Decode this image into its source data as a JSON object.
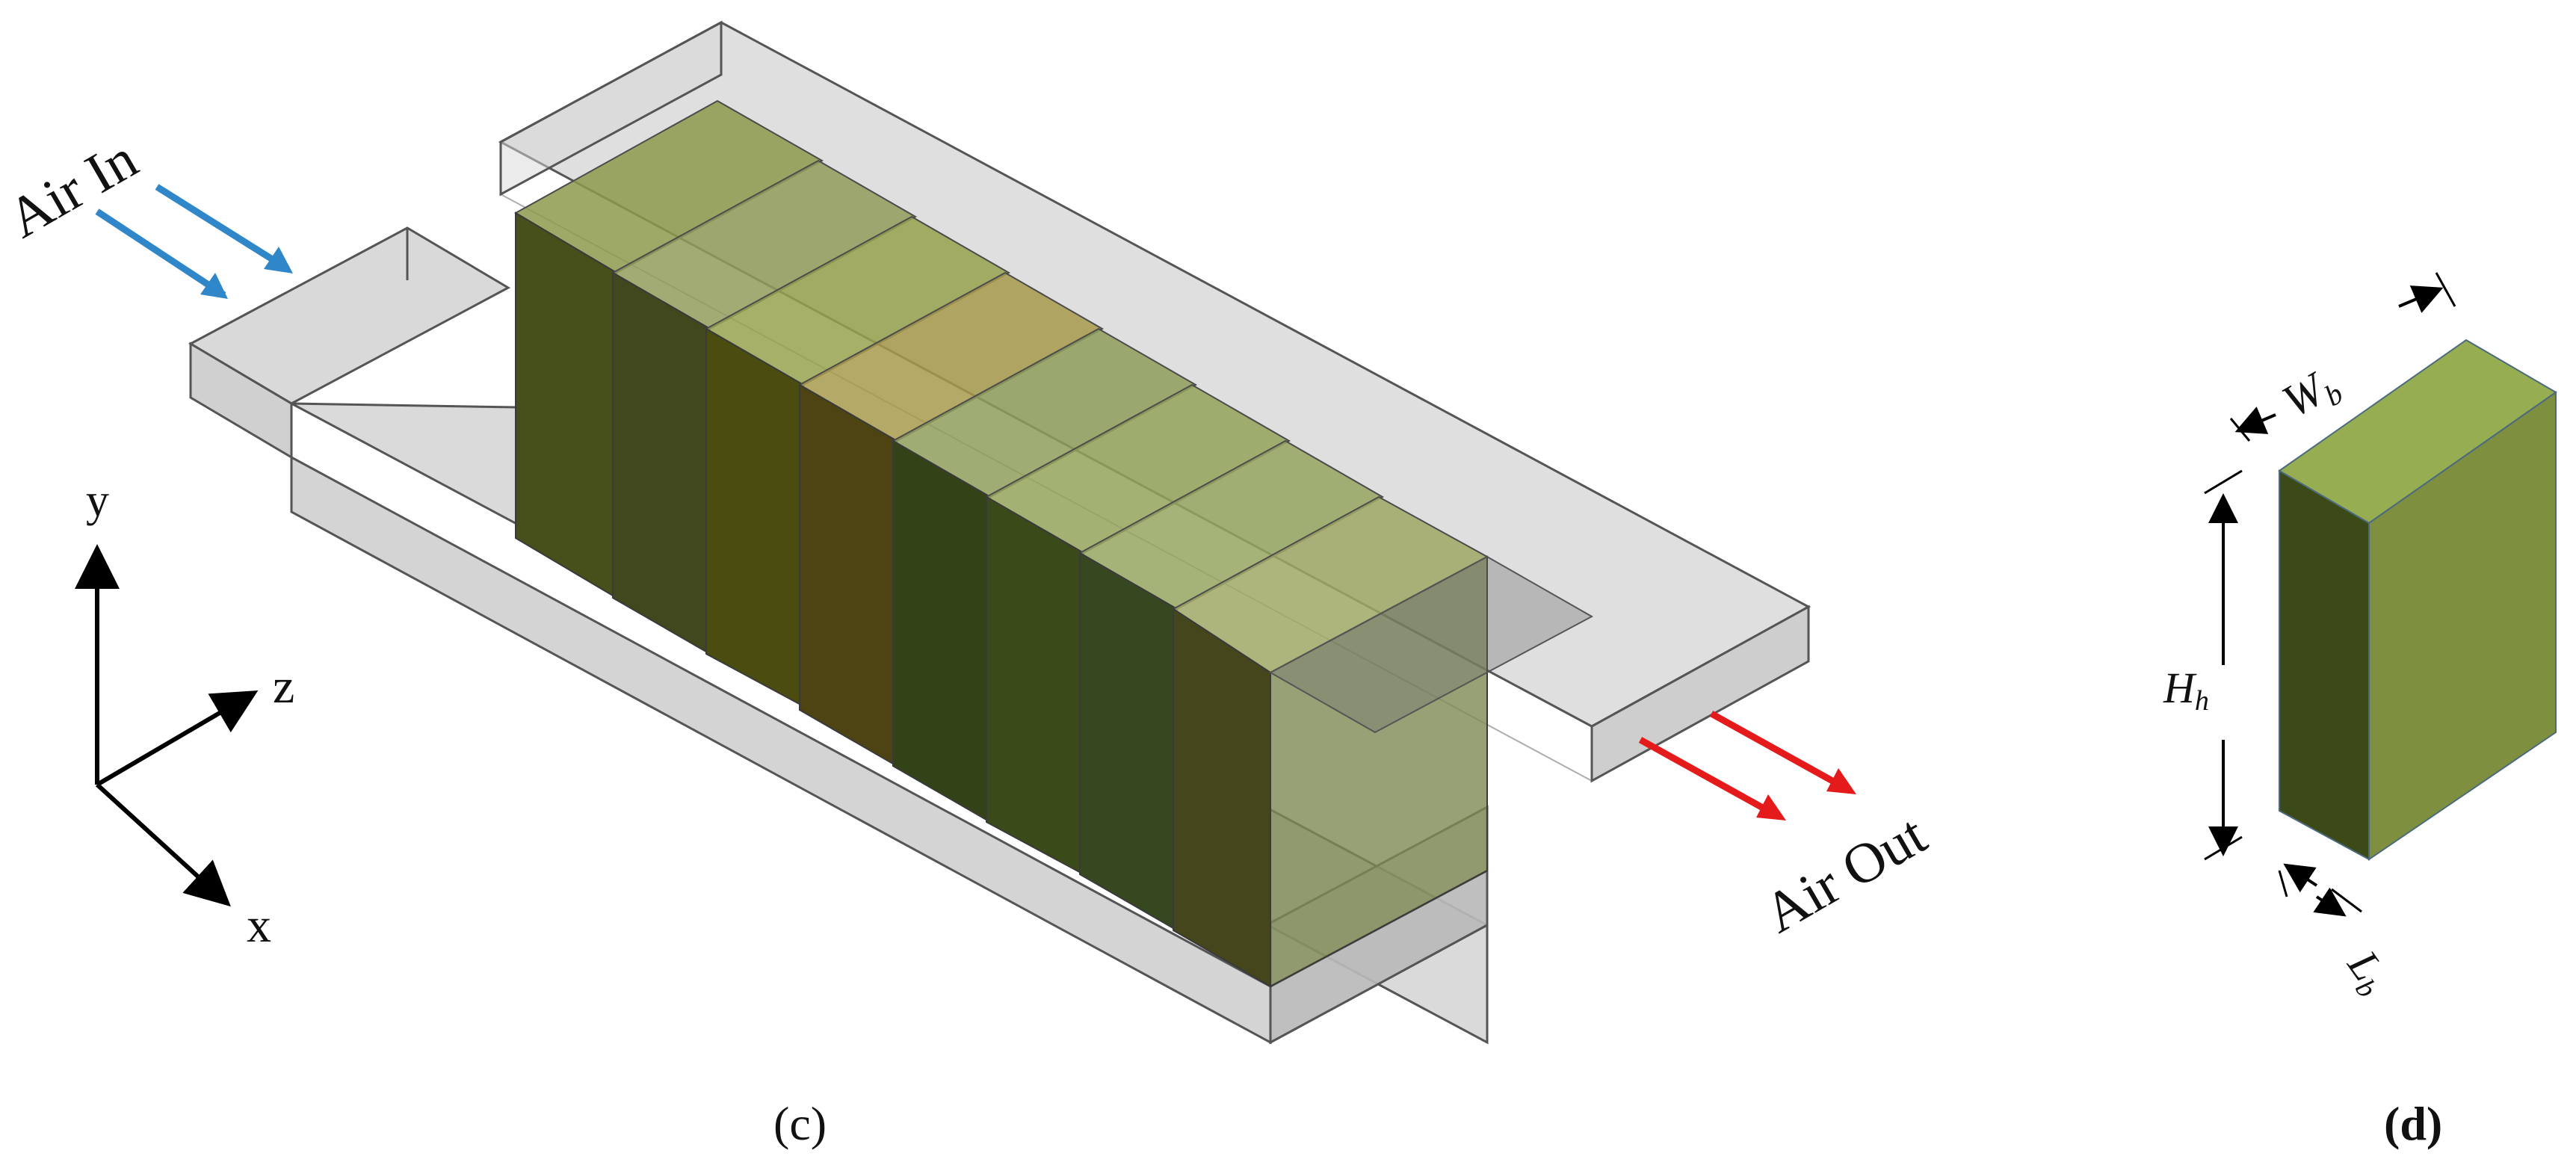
{
  "labels": {
    "air_in": "Air In",
    "air_out": "Air Out",
    "axis_y": "y",
    "axis_z": "z",
    "axis_x": "x",
    "panel_c": "(c)",
    "panel_d": "(d)",
    "dim_w": "W",
    "dim_w_sub": "b",
    "dim_h": "H",
    "dim_h_sub": "h",
    "dim_l": "L",
    "dim_l_sub": "b"
  },
  "colors": {
    "inlet_arrow": "#2f86c8",
    "outlet_arrow": "#e51b1b",
    "duct_glass": "#bdbdbd",
    "battery_dark": "#3e4a16",
    "battery_light": "#8fa24a"
  },
  "battery_cell_count": 8
}
